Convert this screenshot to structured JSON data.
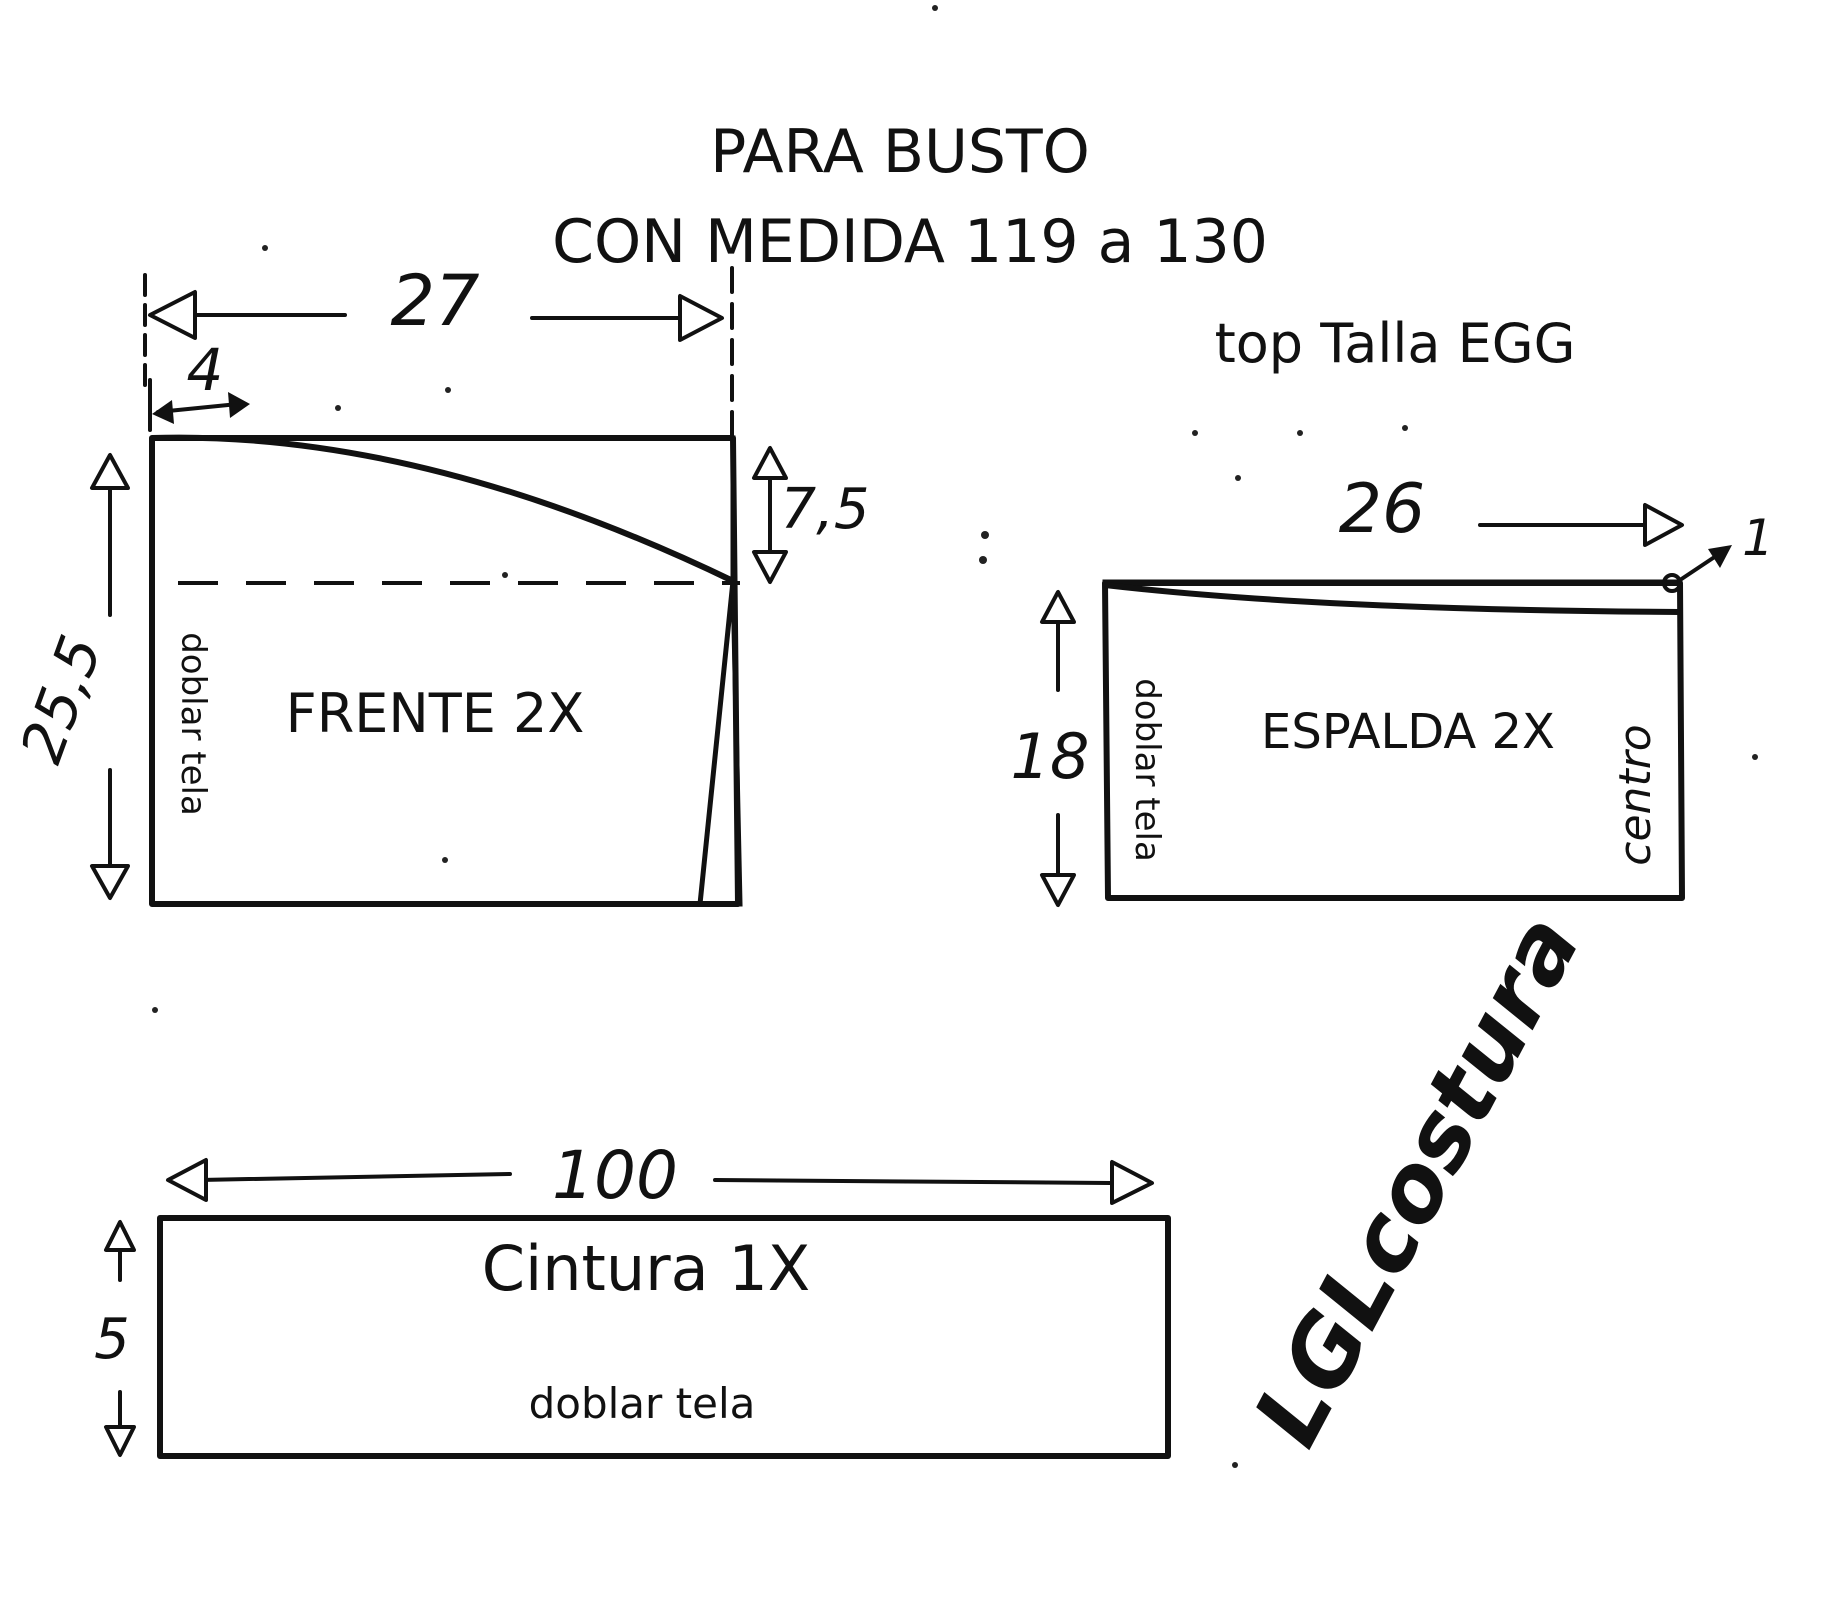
{
  "title": {
    "line1": "PARA BUSTO",
    "line2": "CON MEDIDA 119  a 130"
  },
  "subtitle": "top Talla EGG",
  "frente": {
    "label": "FRENTE 2X",
    "fold_label": "doblar tela",
    "width_dim": "27",
    "neck_dim": "4",
    "drop_dim": "7,5",
    "height_dim": "25,5"
  },
  "espalda": {
    "label": "ESPALDA 2X",
    "fold_label": "doblar tela",
    "center_label": "centro",
    "width_dim": "26",
    "corner_dim": "1",
    "height_dim": "18"
  },
  "cintura": {
    "label": "Cintura 1X",
    "fold_label": "doblar tela",
    "width_dim": "100",
    "height_dim": "5"
  },
  "signature": "LGLcostura"
}
